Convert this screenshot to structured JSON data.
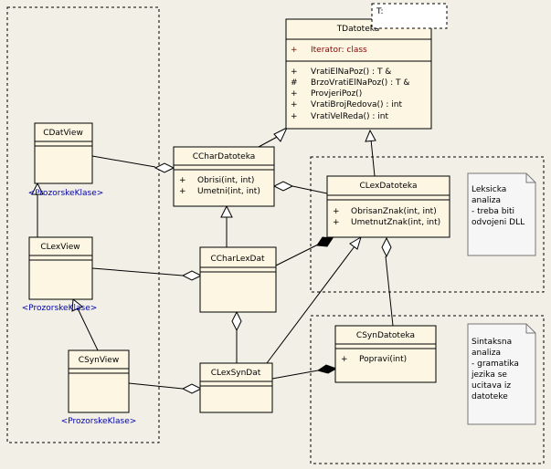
{
  "template_param": "T:",
  "classes": {
    "tdatoteka": {
      "name": "TDatoteka",
      "attributes": [
        {
          "vis": "+",
          "text": "Iterator:  class"
        }
      ],
      "operations": [
        {
          "vis": "+",
          "text": "VratiElNaPoz() : T &"
        },
        {
          "vis": "#",
          "text": "BrzoVratiElNaPoz() : T &"
        },
        {
          "vis": "+",
          "text": "ProvjeriPoz()"
        },
        {
          "vis": "+",
          "text": "VratiBrojRedova() : int"
        },
        {
          "vis": "+",
          "text": "VratiVelRedа() : int"
        }
      ]
    },
    "ccharDatoteka": {
      "name": "CCharDatoteka",
      "operations": [
        {
          "vis": "+",
          "text": "Obrisi(int, int)"
        },
        {
          "vis": "+",
          "text": "Umetni(int, int)"
        }
      ]
    },
    "clexDatoteka": {
      "name": "CLexDatoteka",
      "operations": [
        {
          "vis": "+",
          "text": "ObrisanZnak(int, int)"
        },
        {
          "vis": "+",
          "text": "UmetnutZnak(int, int)"
        }
      ]
    },
    "csynDatoteka": {
      "name": "CSynDatoteka",
      "operations": [
        {
          "vis": "+",
          "text": "Popravi(int)"
        }
      ]
    },
    "ccharLexDat": {
      "name": "CCharLexDat"
    },
    "clexSynDat": {
      "name": "CLexSynDat"
    },
    "cdatView": {
      "name": "CDatView",
      "stereotype": "<ProzorskeKlase>"
    },
    "clexView": {
      "name": "CLexView",
      "stereotype": "<ProzorskeKlase>"
    },
    "csynView": {
      "name": "CSynView",
      "stereotype": "<ProzorskeKlase>"
    }
  },
  "notes": {
    "lexical": [
      "Leksicka",
      "analiza",
      "- treba biti",
      "odvojeni DLL"
    ],
    "syntax": [
      "Sintaksna",
      "analiza",
      "- gramatika",
      "jezika se",
      "ucitava iz",
      "datoteke"
    ]
  },
  "colors": {
    "class_fill": "#fdf6e3",
    "attribute_text": "#8b0000",
    "stereotype_text": "#0000aa",
    "background": "#f1efe6"
  }
}
